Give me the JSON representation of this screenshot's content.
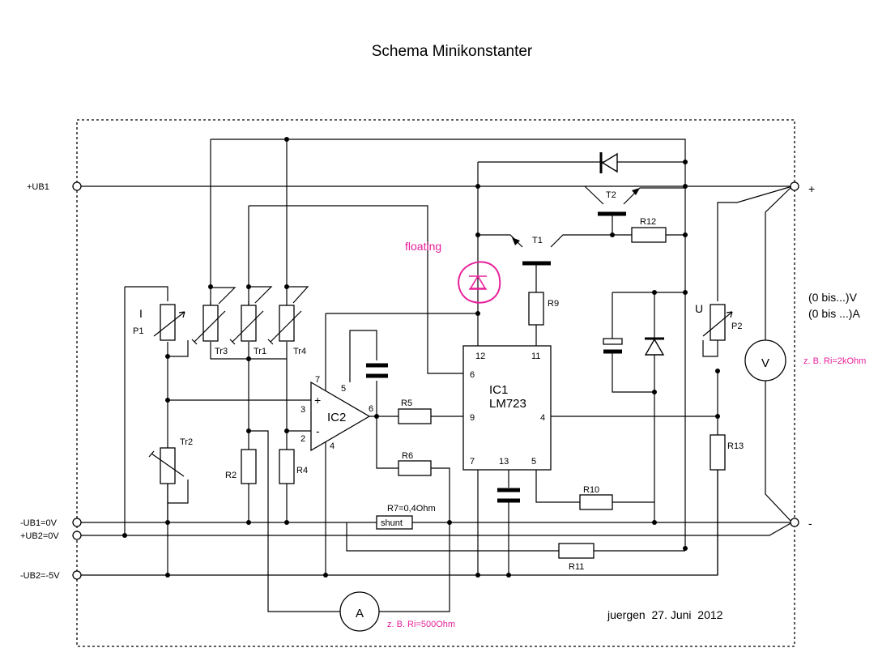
{
  "title": "Schema Minikonstanter",
  "terminals": {
    "ub1_plus": "+UB1",
    "ub1_minus": "-UB1=0V",
    "ub2_plus": "+UB2=0V",
    "ub2_minus": "-UB2=-5V",
    "out_plus": "+",
    "out_minus": "-"
  },
  "components": {
    "ic1_name": "IC1",
    "ic1_type": "LM723",
    "ic1_pins": [
      "12",
      "11",
      "6",
      "9",
      "4",
      "7",
      "13",
      "5"
    ],
    "ic2_name": "IC2",
    "ic2_pins": [
      "7",
      "5",
      "3",
      "2",
      "6",
      "4"
    ],
    "ic2_plus": "+",
    "ic2_minus": "-",
    "t1": "T1",
    "t2": "T2",
    "p1": "P1",
    "p1_mark": "I",
    "p2": "P2",
    "p2_mark": "U",
    "tr1": "Tr1",
    "tr2": "Tr2",
    "tr3": "Tr3",
    "tr4": "Tr4",
    "r2": "R2",
    "r4": "R4",
    "r5": "R5",
    "r6": "R6",
    "r7": "R7=0,4Ohm",
    "shunt": "shunt",
    "r9": "R9",
    "r10": "R10",
    "r11": "R11",
    "r12": "R12",
    "r13": "R13",
    "voltmeter": "V",
    "ammeter": "A"
  },
  "notes": {
    "floating": "floating",
    "range_v": "(0 bis...)V",
    "range_a": "(0 bis ...)A",
    "ri_v": "z. B. Ri=2kOhm",
    "ri_a": "z. B. Ri=500Ohm",
    "author": "juergen  27. Juni  2012"
  },
  "colors": {
    "annotation": "#e8209a",
    "line": "#000000"
  }
}
